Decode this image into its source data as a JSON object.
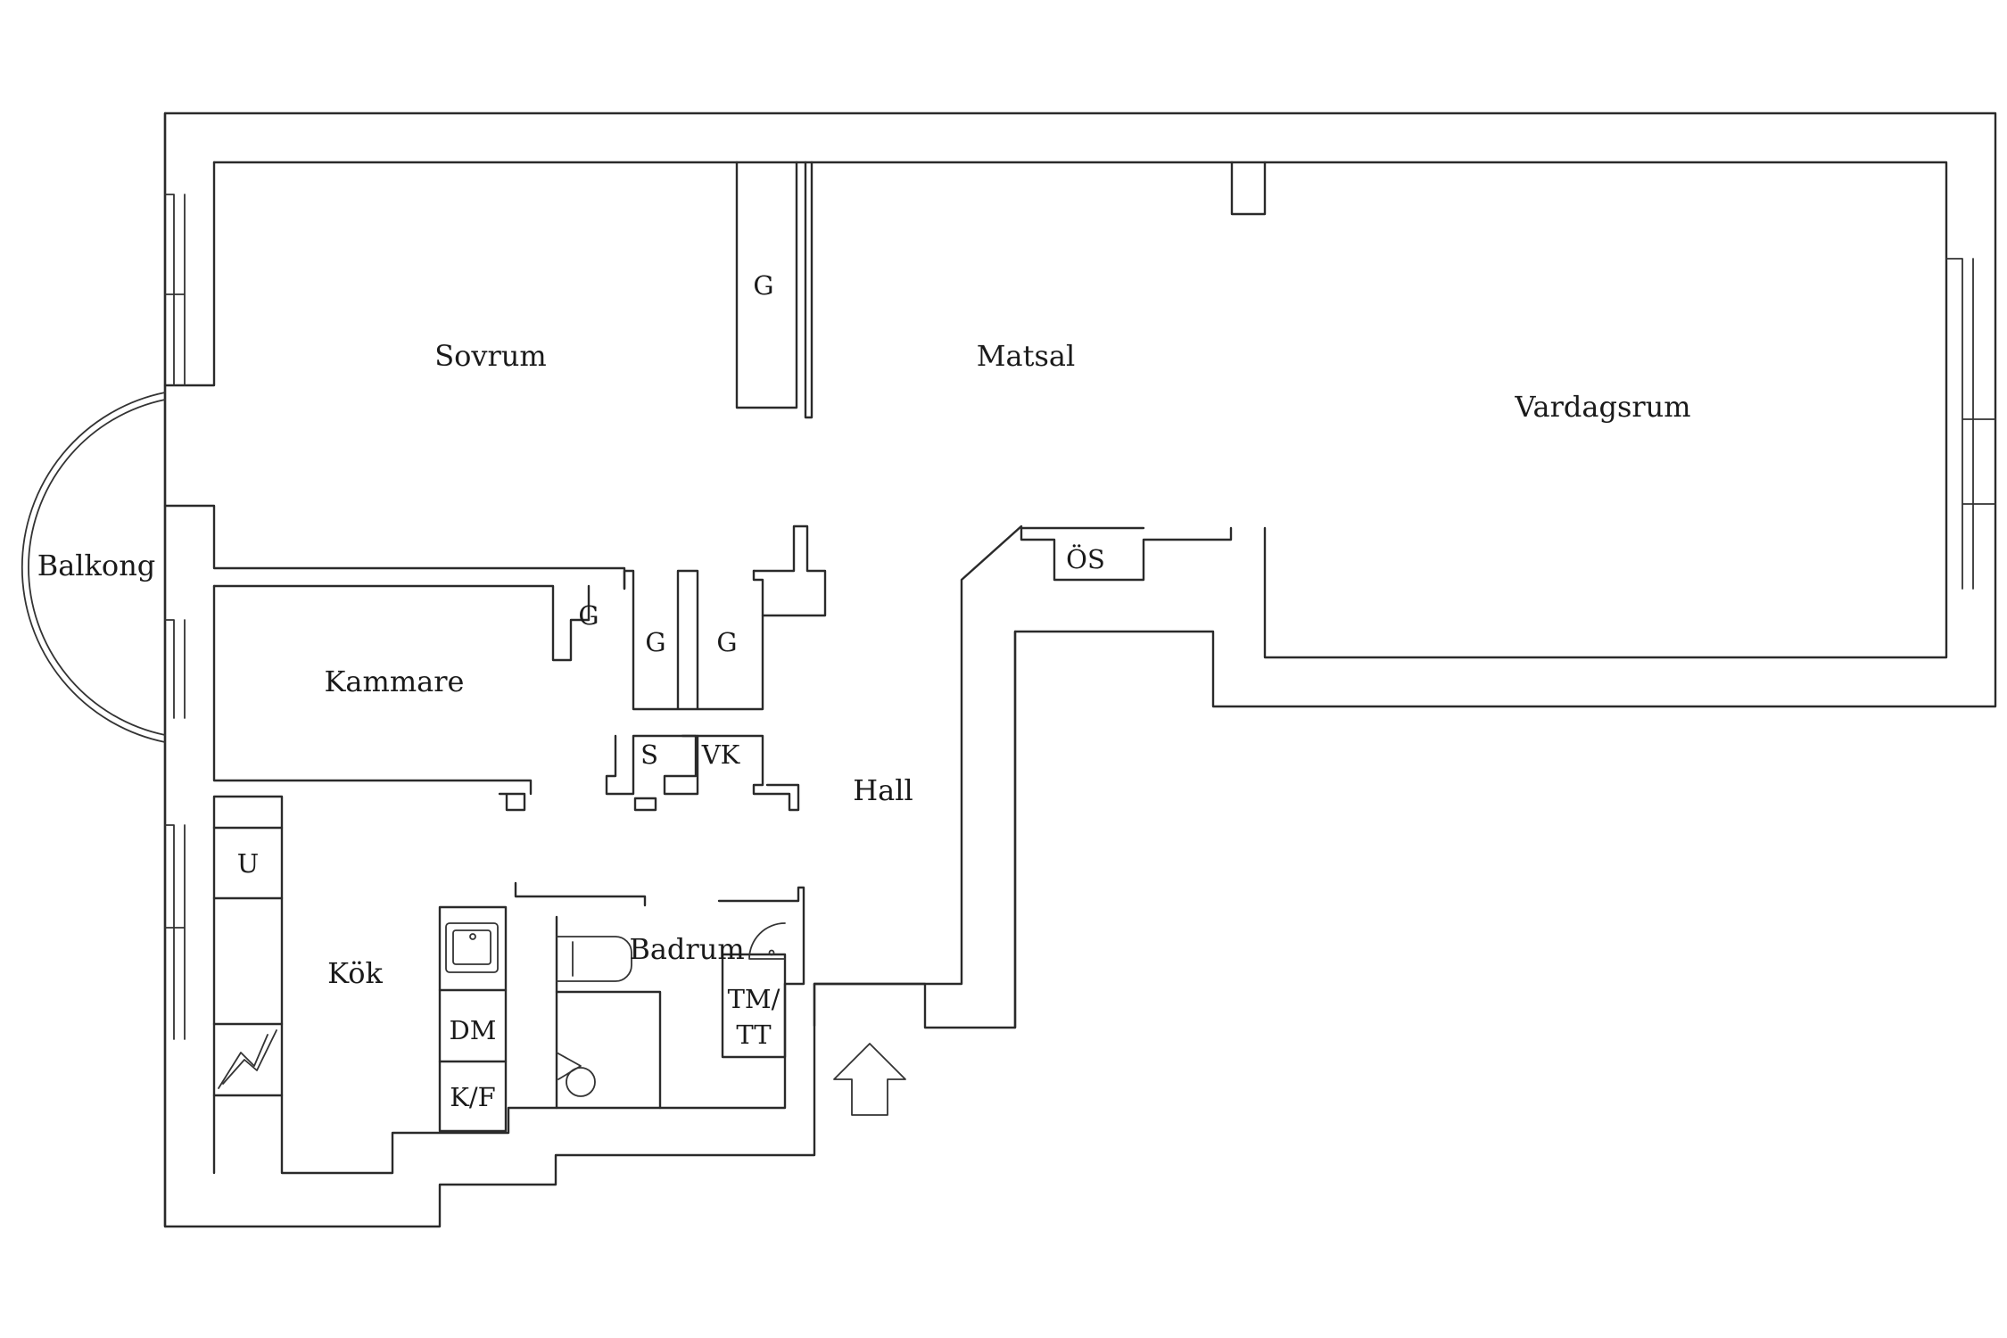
{
  "rooms": {
    "sovrum": "Sovrum",
    "matsal": "Matsal",
    "vardagsrum": "Vardagsrum",
    "balkong": "Balkong",
    "kammare": "Kammare",
    "hall": "Hall",
    "kok": "Kök",
    "badrum": "Badrum"
  },
  "fixtures": {
    "garderob_sovrum": "G",
    "garderob_kammare": "G",
    "garderob_hall_1": "G",
    "garderob_hall_2": "G",
    "stad": "S",
    "varmvatten": "VK",
    "overskap": "ÖS",
    "ugn": "U",
    "diskmaskin": "DM",
    "kyl_frys": "K/F",
    "tvattmaskin_line1": "TM/",
    "tvattmaskin_line2": "TT"
  },
  "icons": {
    "entrance": "entrance-arrow-icon",
    "stove": "stove-icon",
    "sink": "sink-icon",
    "bathtub": "bathtub-icon",
    "toilet": "toilet-icon",
    "washbasin": "washbasin-icon"
  }
}
